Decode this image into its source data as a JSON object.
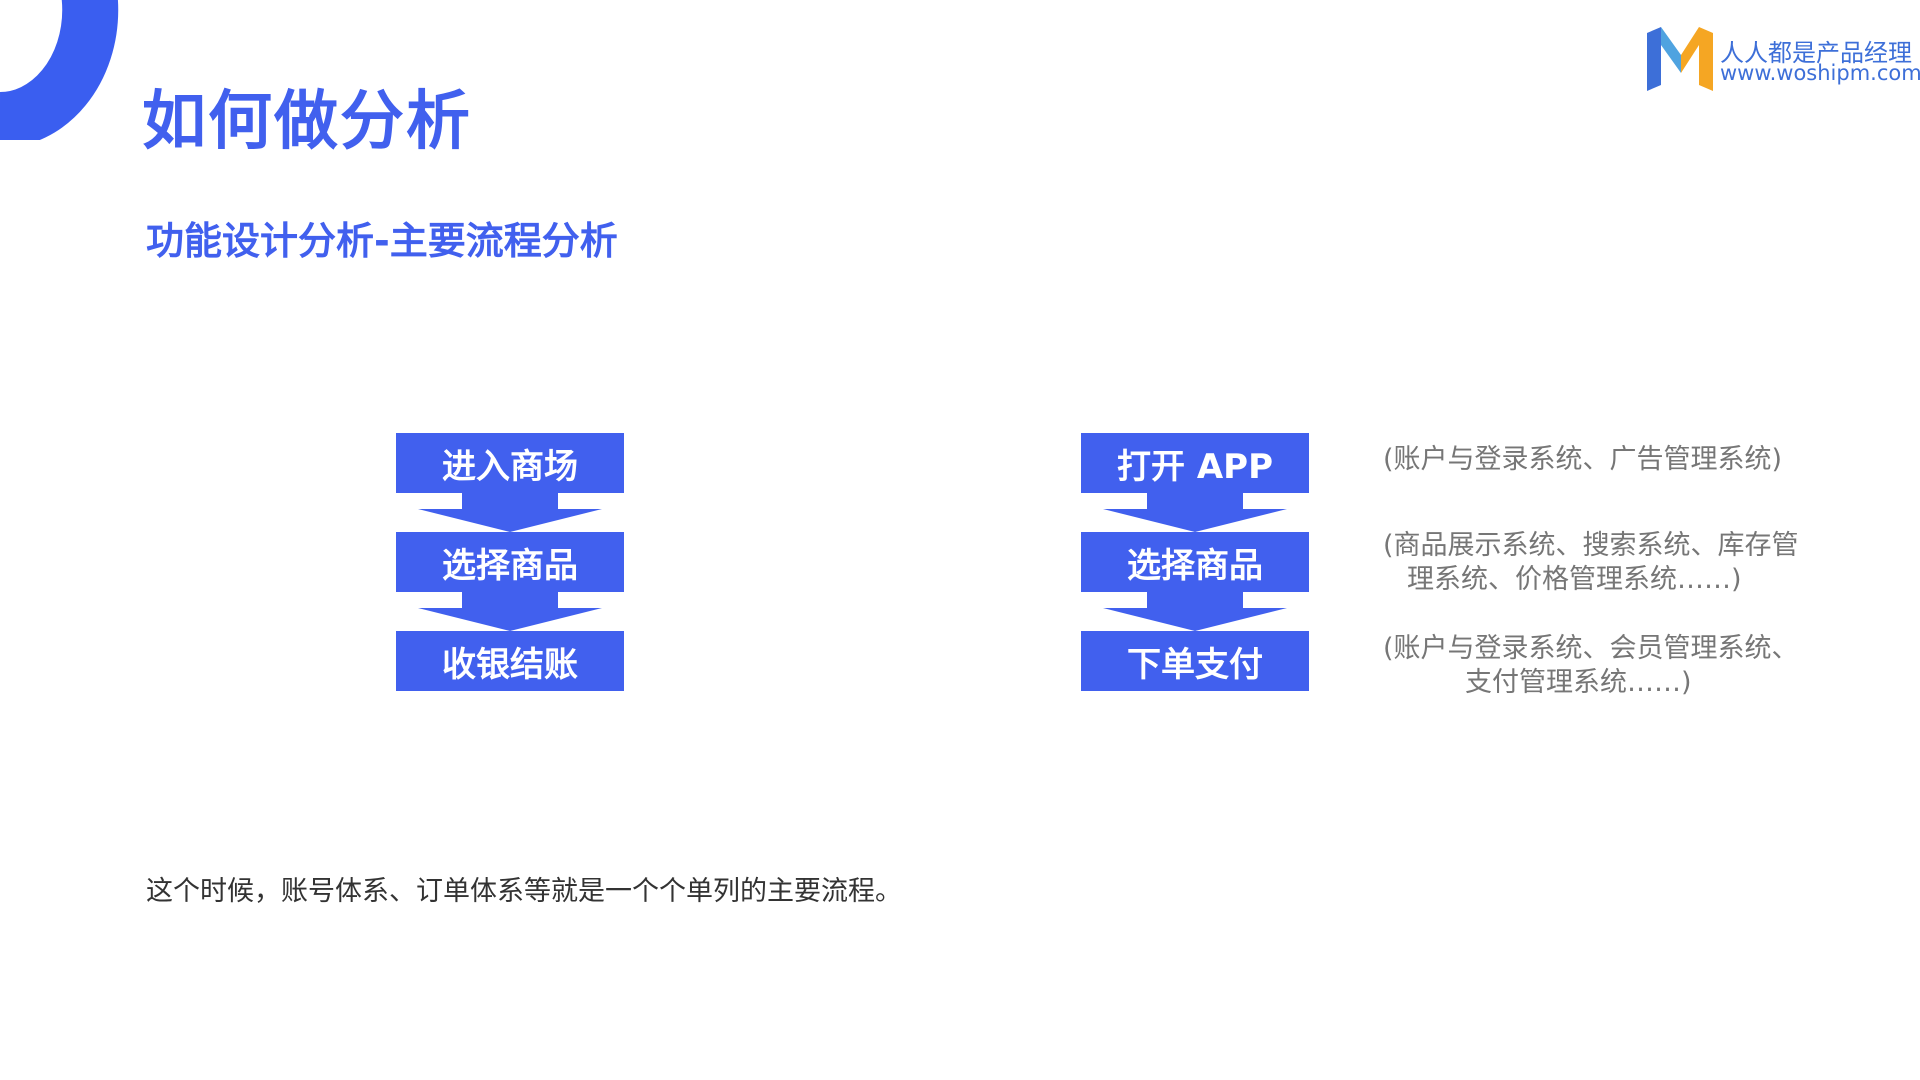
{
  "title": "如何做分析",
  "subtitle": "功能设计分析-主要流程分析",
  "logo": {
    "name": "人人都是产品经理",
    "url": "www.woshipm.com"
  },
  "left_flow": {
    "steps": [
      "进入商场",
      "选择商品",
      "收银结账"
    ]
  },
  "right_flow": {
    "steps": [
      "打开 APP",
      "选择商品",
      "下单支付"
    ],
    "notes": [
      [
        "(账户与登录系统、广告管理系统)"
      ],
      [
        "(商品展示系统、搜索系统、库存管",
        "理系统、价格管理系统……)"
      ],
      [
        "(账户与登录系统、会员管理系统、",
        "支付管理系统……)"
      ]
    ]
  },
  "caption": "这个时候，账号体系、订单体系等就是一个个单列的主要流程。",
  "colors": {
    "accent": "#4160ee",
    "arc": "#3a5ef0",
    "note_text": "#767676",
    "logo_blue": "#3d6fd8",
    "logo_orange": "#f5a623"
  }
}
